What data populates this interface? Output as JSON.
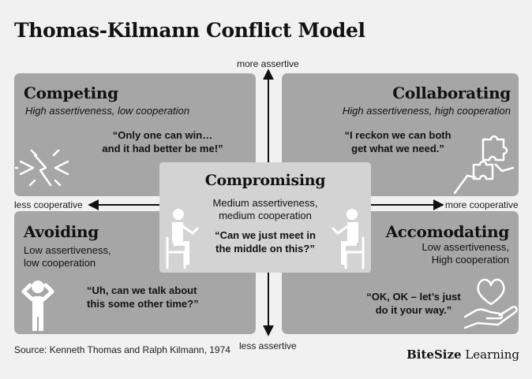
{
  "title": "Thomas-Kilmann Conflict Model",
  "axes": {
    "top": "more assertive",
    "bottom": "less assertive",
    "left": "less cooperative",
    "right": "more cooperative"
  },
  "quadrants": {
    "competing": {
      "title": "Competing",
      "subtitle": "High assertiveness, low cooperation",
      "quote_line1": "“Only one can win…",
      "quote_line2": "and it had better be me!”"
    },
    "collaborating": {
      "title": "Collaborating",
      "subtitle": "High assertiveness, high cooperation",
      "quote_line1": "“I reckon we can both",
      "quote_line2": "get what we need.”"
    },
    "avoiding": {
      "title": "Avoiding",
      "subtitle_line1": "Low assertiveness,",
      "subtitle_line2": "low cooperation",
      "quote_line1": "“Uh, can we talk about",
      "quote_line2": "this some other time?”"
    },
    "accommodating": {
      "title": "Accomodating",
      "subtitle_line1": "Low assertiveness,",
      "subtitle_line2": "High cooperation",
      "quote_line1": "“OK, OK – let’s just",
      "quote_line2": "do it your way.”"
    }
  },
  "center": {
    "title": "Compromising",
    "subtitle_line1": "Medium assertiveness,",
    "subtitle_line2": "medium cooperation",
    "quote_line1": "“Can we just meet in",
    "quote_line2": "the middle on this?”"
  },
  "source": "Source: Kenneth Thomas and Ralph Kilmann, 1974",
  "brand": {
    "bold": "BiteSize",
    "rest": " Learning"
  },
  "icons": {
    "competing": "clash-icon",
    "collaborating": "puzzle-hands-icon",
    "avoiding": "hands-over-ears-icon",
    "accommodating": "heart-hand-icon",
    "center": "two-seated-people-icon"
  }
}
